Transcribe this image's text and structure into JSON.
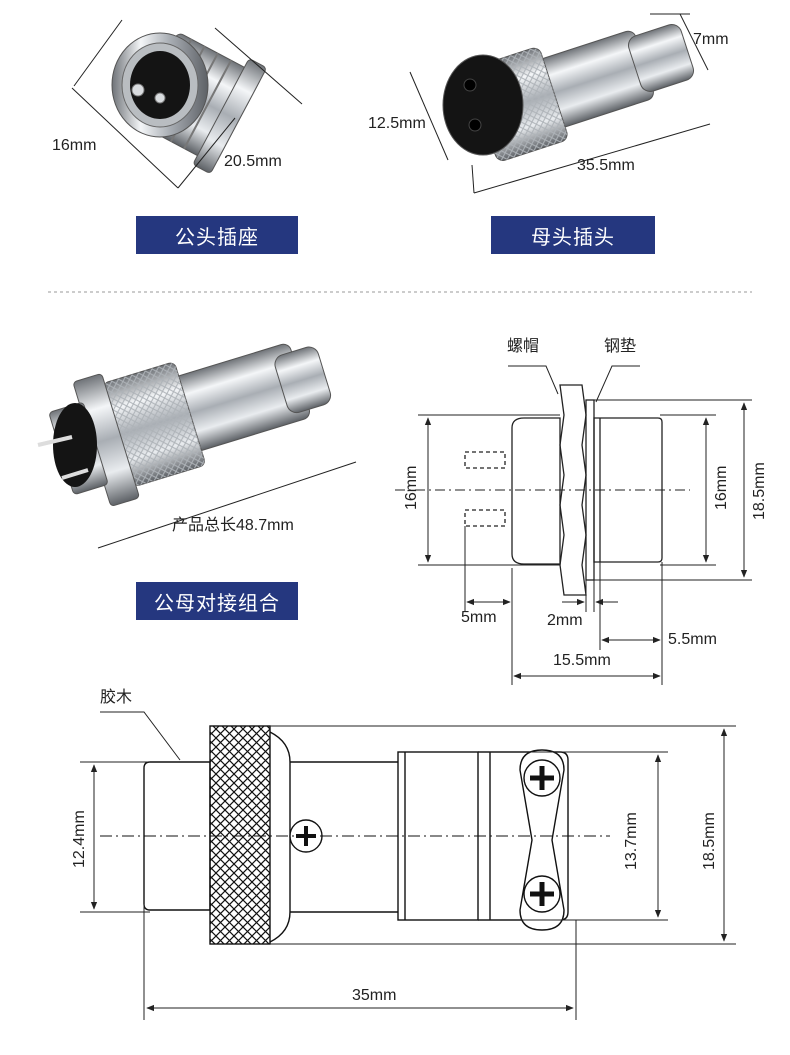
{
  "top_left": {
    "dim_length": "20.5mm",
    "dim_diameter": "16mm",
    "tag": "公头插座"
  },
  "top_right": {
    "dim_diameter": "12.5mm",
    "dim_cable": "7mm",
    "dim_length": "35.5mm",
    "tag": "母头插头"
  },
  "mid_left": {
    "total_length": "产品总长48.7mm",
    "tag": "公母对接组合"
  },
  "socket_drawing": {
    "nut_label": "螺帽",
    "washer_label": "钢垫",
    "dim_left": "16mm",
    "dim_inner": "16mm",
    "dim_outer": "18.5mm",
    "dim_pin": "5mm",
    "dim_washer": "2mm",
    "dim_thread": "5.5mm",
    "dim_body": "15.5mm"
  },
  "plug_drawing": {
    "insulator_label": "胶木",
    "dim_left": "12.4mm",
    "dim_mid": "13.7mm",
    "dim_right": "18.5mm",
    "dim_length": "35mm"
  },
  "colors": {
    "tag_bg": "#25377f",
    "line": "#222222"
  }
}
